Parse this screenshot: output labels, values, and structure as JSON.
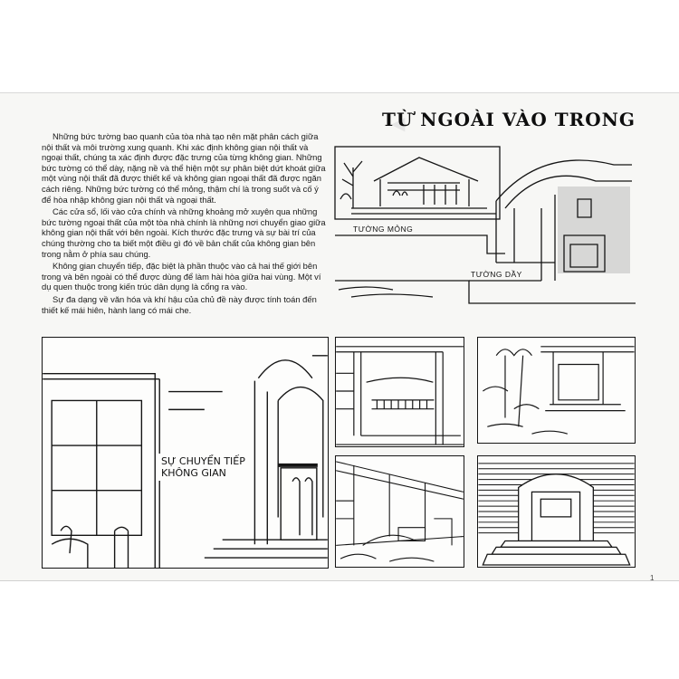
{
  "heading": {
    "title": "TỪ NGOÀI VÀO TRONG"
  },
  "body": {
    "paragraphs": [
      "Những bức tường bao quanh của tòa nhà tạo nên mặt phân cách giữa nội thất và môi trường xung quanh. Khi xác định không gian nội thất và ngoại thất, chúng ta xác định được đặc trưng của từng không gian. Những bức tường có thể dày, nặng nề và thể hiện một sự phân biệt dứt khoát giữa một vùng nội thất đã được thiết kế và không gian ngoại thất đã được ngăn cách riêng. Những bức tường có thể mỏng, thậm chí là trong suốt và cố ý để hòa nhập không gian nội thất và ngoại thất.",
      "Các cửa sổ, lối vào cửa chính và những khoảng mở xuyên qua những bức tường ngoại thất của một tòa nhà chính là những nơi chuyển giao giữa không gian nội thất với bên ngoài. Kích thước đặc trưng và sự bài trí của chúng thường cho ta biết một điều gì đó về bản chất của không gian bên trong nằm ở phía sau chúng.",
      "Không gian chuyển tiếp, đặc biệt là phần thuộc vào cả hai thế giới bên trong và bên ngoài có thể được dùng để làm hài hòa giữa hai vùng. Một ví dụ quen thuộc trong kiến trúc dân dụng là cổng ra vào.",
      "Sự đa dạng về văn hóa và khí hậu của chủ đề này được tính toán đến thiết kế mái hiên, hành lang có mái che."
    ]
  },
  "illustrations": {
    "top_right": {
      "thin_wall_label": "TƯỜNG MỎNG",
      "thick_wall_label": "TƯỜNG DẦY"
    },
    "large_left": {
      "label_line1": "SỰ CHUYỂN TIẾP",
      "label_line2": "KHÔNG GIAN"
    }
  },
  "footer": {
    "page_number": "1"
  },
  "colors": {
    "ink": "#151515",
    "paper": "#f7f7f5",
    "ghost": "#e5e5e5"
  }
}
